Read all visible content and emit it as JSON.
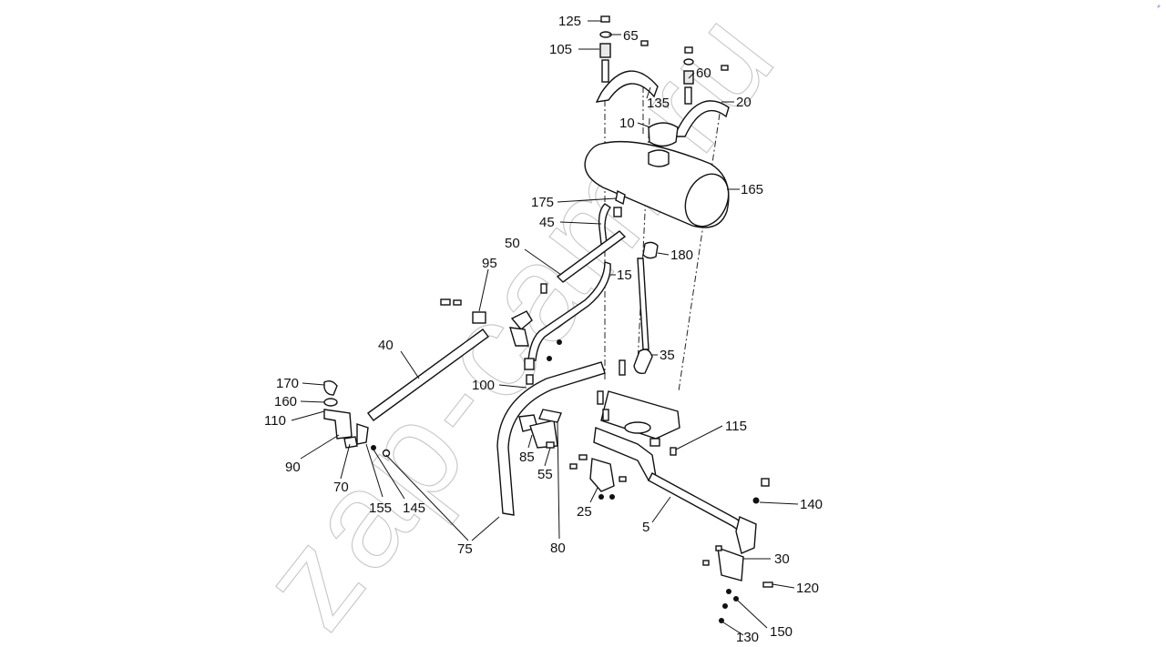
{
  "watermark": "zap-cam.ru",
  "corner_mark": "⌕",
  "callouts": [
    {
      "id": "125",
      "text": "125"
    },
    {
      "id": "65",
      "text": "65"
    },
    {
      "id": "105",
      "text": "105"
    },
    {
      "id": "60",
      "text": "60"
    },
    {
      "id": "135",
      "text": "135"
    },
    {
      "id": "20",
      "text": "20"
    },
    {
      "id": "10",
      "text": "10"
    },
    {
      "id": "165",
      "text": "165"
    },
    {
      "id": "175",
      "text": "175"
    },
    {
      "id": "45",
      "text": "45"
    },
    {
      "id": "50",
      "text": "50"
    },
    {
      "id": "180",
      "text": "180"
    },
    {
      "id": "95",
      "text": "95"
    },
    {
      "id": "15",
      "text": "15"
    },
    {
      "id": "40",
      "text": "40"
    },
    {
      "id": "35",
      "text": "35"
    },
    {
      "id": "100",
      "text": "100"
    },
    {
      "id": "170",
      "text": "170"
    },
    {
      "id": "160",
      "text": "160"
    },
    {
      "id": "110",
      "text": "110"
    },
    {
      "id": "115",
      "text": "115"
    },
    {
      "id": "90",
      "text": "90"
    },
    {
      "id": "85",
      "text": "85"
    },
    {
      "id": "55",
      "text": "55"
    },
    {
      "id": "70",
      "text": "70"
    },
    {
      "id": "140",
      "text": "140"
    },
    {
      "id": "155",
      "text": "155"
    },
    {
      "id": "145",
      "text": "145"
    },
    {
      "id": "25",
      "text": "25"
    },
    {
      "id": "5",
      "text": "5"
    },
    {
      "id": "75",
      "text": "75"
    },
    {
      "id": "80",
      "text": "80"
    },
    {
      "id": "30",
      "text": "30"
    },
    {
      "id": "120",
      "text": "120"
    },
    {
      "id": "150",
      "text": "150"
    },
    {
      "id": "130",
      "text": "130"
    }
  ]
}
